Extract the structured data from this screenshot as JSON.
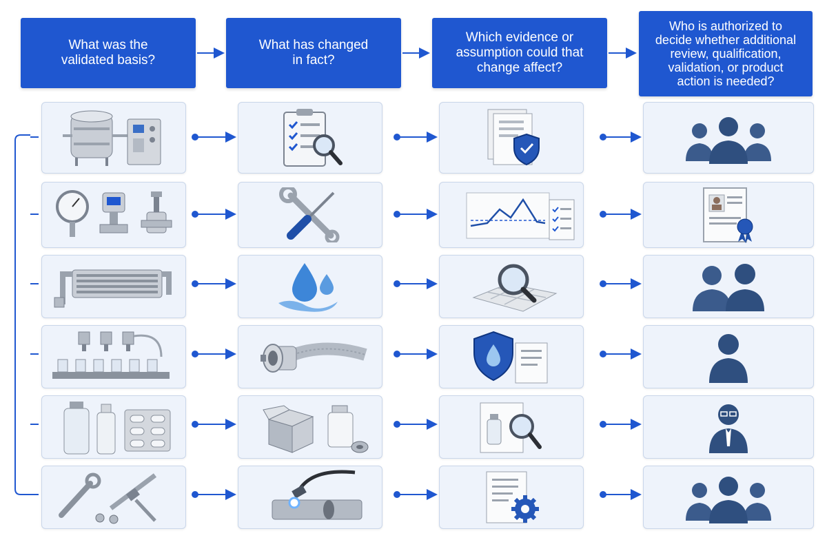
{
  "headers": [
    "What was the\nvalidated basis?",
    "What has changed\nin fact?",
    "Which evidence or\nassumption could that\nchange affect?",
    "Who is authorized to\ndecide whether additional\nreview, qualification,\nvalidation, or product\naction is needed?"
  ],
  "rows": [
    {
      "basis": "process-equipment-icon",
      "change": "checklist-magnifier-icon",
      "evidence": "documents-shield-icon",
      "authority": "team-group-icon"
    },
    {
      "basis": "instruments-valves-icon",
      "change": "wrench-screwdriver-icon",
      "evidence": "trend-chart-checklist-icon",
      "authority": "certificate-icon"
    },
    {
      "basis": "heat-exchanger-icon",
      "change": "water-drops-icon",
      "evidence": "data-magnifier-icon",
      "authority": "two-people-icon"
    },
    {
      "basis": "filling-line-icon",
      "change": "hose-clamp-icon",
      "evidence": "shield-water-document-icon",
      "authority": "single-person-icon"
    },
    {
      "basis": "containers-blister-icon",
      "change": "packaging-materials-icon",
      "evidence": "vial-magnifier-icon",
      "authority": "manager-icon"
    },
    {
      "basis": "tools-caliper-icon",
      "change": "welding-pipe-icon",
      "evidence": "document-gear-icon",
      "authority": "team-group-icon"
    }
  ],
  "colors": {
    "header": "#1f57d0",
    "connector": "#1f57d0",
    "box_bg": "#eef3fb",
    "person": "#2f4f7f"
  }
}
